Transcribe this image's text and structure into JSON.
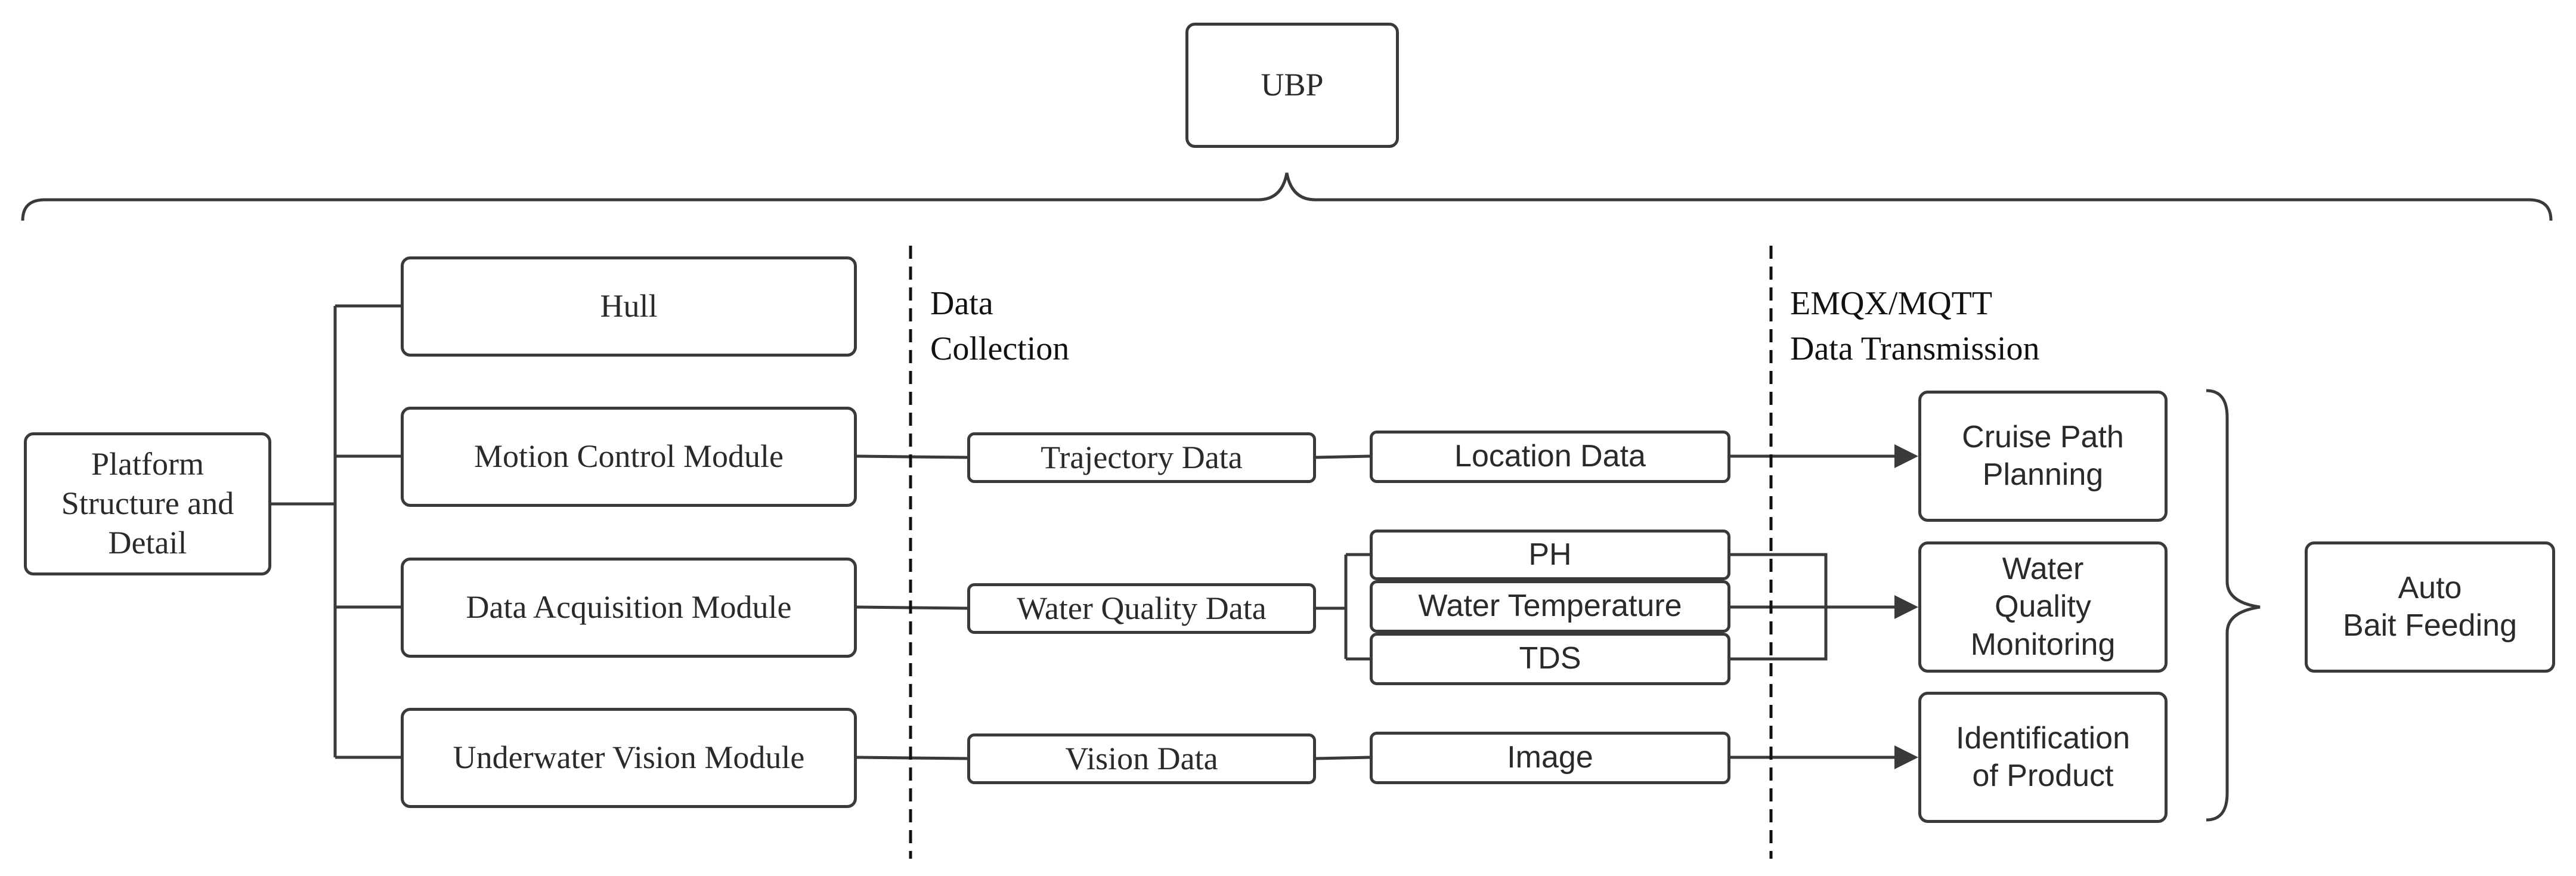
{
  "diagram": {
    "top": {
      "label": "UBP"
    },
    "root": {
      "label": "Platform\nStructure and\nDetail"
    },
    "modules": [
      {
        "label": "Hull"
      },
      {
        "label": "Motion Control Module"
      },
      {
        "label": "Data Acquisition Module"
      },
      {
        "label": "Underwater Vision Module"
      }
    ],
    "stages": {
      "collection": "Data\nCollection",
      "transmission": "EMQX/MQTT\nData Transmission"
    },
    "data_types": [
      {
        "label": "Trajectory Data"
      },
      {
        "label": "Water Quality Data"
      },
      {
        "label": "Vision Data"
      }
    ],
    "data_items": [
      {
        "label": "Location Data"
      },
      {
        "label": "PH"
      },
      {
        "label": "Water Temperature"
      },
      {
        "label": "TDS"
      },
      {
        "label": "Image"
      }
    ],
    "applications": [
      {
        "label": "Cruise Path\nPlanning"
      },
      {
        "label": "Water\nQuality\nMonitoring"
      },
      {
        "label": "Identification\nof Product"
      }
    ],
    "outcome": {
      "label": "Auto\nBait Feeding"
    },
    "colors": {
      "line": "#3a3a3a",
      "text": "#2a2a2a",
      "background": "#ffffff"
    }
  }
}
